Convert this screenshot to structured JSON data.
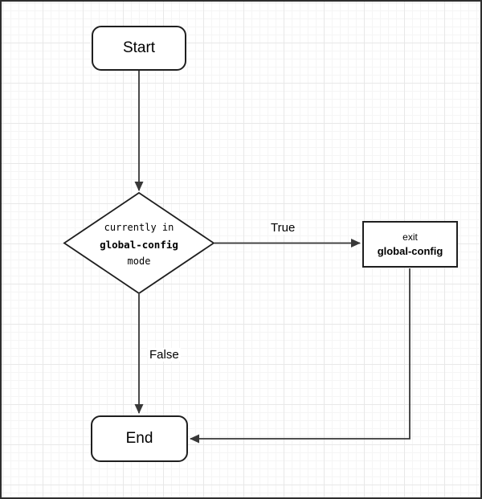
{
  "diagram": {
    "type": "flowchart",
    "nodes": {
      "start": {
        "label": "Start",
        "shape": "rounded-rectangle"
      },
      "decision": {
        "shape": "diamond",
        "lines": [
          "currently in",
          "global-config",
          "mode"
        ]
      },
      "exit_action": {
        "shape": "rectangle",
        "lines": [
          "exit",
          "global-config"
        ]
      },
      "end": {
        "label": "End",
        "shape": "rounded-rectangle"
      }
    },
    "edge_labels": {
      "true_branch": "True",
      "false_branch": "False"
    },
    "colors": {
      "edge_stroke": "#383838",
      "node_border": "#1f1f1f",
      "node_fill": "#ffffff",
      "grid_minor": "#f5f5f5",
      "grid_major": "#e8e8e8",
      "canvas_border": "#2e2e2e"
    }
  }
}
